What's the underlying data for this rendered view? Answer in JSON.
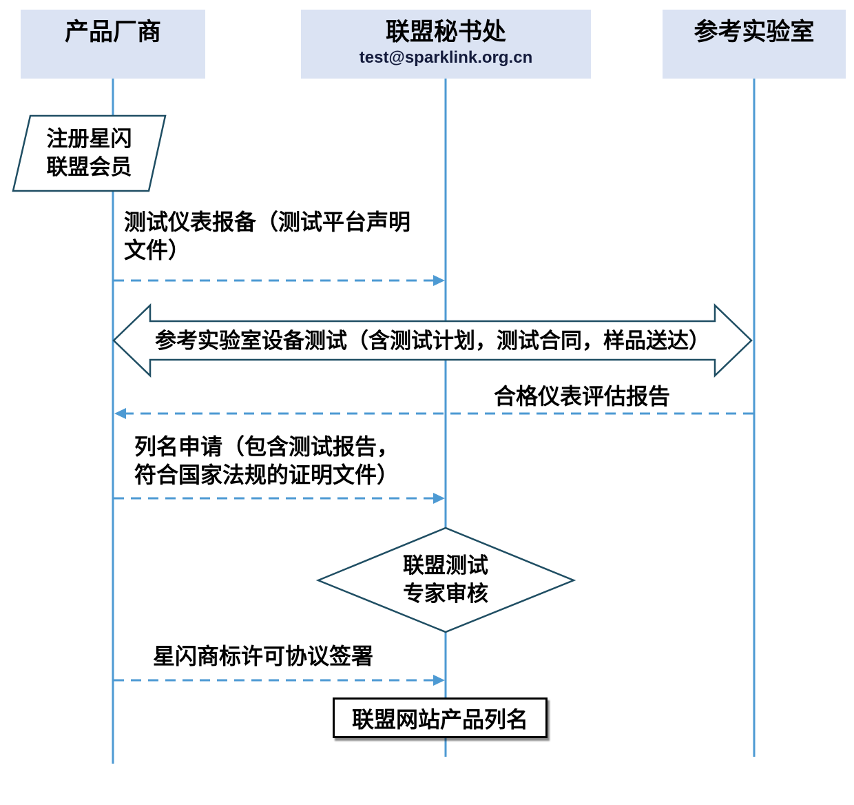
{
  "colors": {
    "header_fill": "#dbe3f3",
    "line_blue": "#4d9ad3",
    "shape_outline": "#1f4e63",
    "label_text": "#000000",
    "email_text": "#141b3c",
    "final_box_border": "#000000"
  },
  "actors": [
    {
      "name": "产品厂商"
    },
    {
      "name": "联盟秘书处",
      "email": "test@sparklink.org.cn"
    },
    {
      "name": "参考实验室"
    }
  ],
  "steps": {
    "register_member": "注册星闪\n联盟会员",
    "instrument_filing": "测试仪表报备（测试平台声明\n文件）",
    "lab_device_test": "参考实验室设备测试（含测试计划，测试合同，样品送达）",
    "qualified_report": "合格仪表评估报告",
    "listing_application": "列名申请（包含测试报告，\n符合国家法规的证明文件）",
    "expert_review": "联盟测试\n专家审核",
    "trademark_license": "星闪商标许可协议签署",
    "website_listing": "联盟网站产品列名"
  }
}
